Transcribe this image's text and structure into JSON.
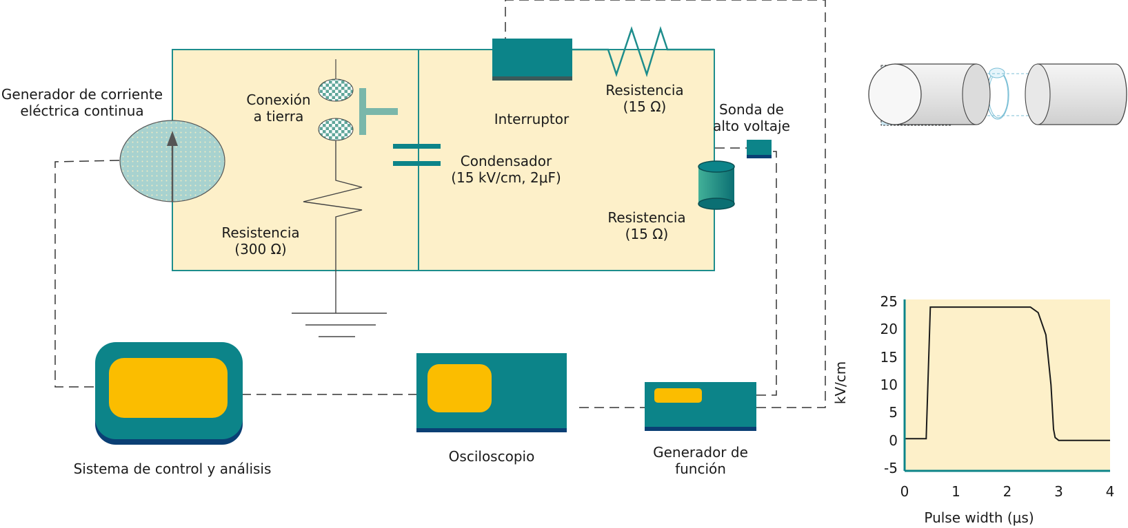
{
  "labels": {
    "dc_generator": [
      "Generador de corriente",
      "eléctrica continua"
    ],
    "ground": [
      "Conexión",
      "a tierra"
    ],
    "resistor_300": [
      "Resistencia",
      "(300 Ω)"
    ],
    "switch": "Interruptor",
    "capacitor": [
      "Condensador",
      "(15 kV/cm, 2μF)"
    ],
    "resistor_15_top": [
      "Resistencia",
      "(15 Ω)"
    ],
    "probe": [
      "Sonda de",
      "alto voltaje"
    ],
    "resistor_15_load": [
      "Resistencia",
      "(15 Ω)"
    ],
    "control_system": "Sistema de control y análisis",
    "oscilloscope": "Osciloscopio",
    "function_generator": [
      "Generador de",
      "función"
    ]
  },
  "colors": {
    "circuit_fill": "#fdf0c9",
    "circuit_stroke": "#1d8d8c",
    "device_teal": "#0c8489",
    "device_dark": "#0a3f74",
    "screen_yellow": "#fbbd00",
    "light_teal": "#7ab7aa"
  },
  "chart_data": {
    "type": "line",
    "xlabel": "Pulse width (μs)",
    "ylabel": "kV/cm",
    "xlim": [
      0,
      4
    ],
    "ylim": [
      -5,
      25
    ],
    "xticks": [
      "0",
      "1",
      "2",
      "3",
      "4"
    ],
    "yticks": [
      "25",
      "20",
      "15",
      "10",
      "5",
      "0",
      "-5"
    ],
    "background": "#fdf0c9",
    "series": [
      {
        "x": [
          0,
          0.42,
          0.5,
          2.45,
          2.6,
          2.75,
          2.85,
          2.9,
          2.93,
          3.0,
          4.0
        ],
        "y": [
          0.3,
          0.3,
          24.0,
          24.0,
          23.0,
          19.0,
          10.0,
          2.0,
          0.5,
          0.0,
          0.0
        ]
      }
    ]
  }
}
